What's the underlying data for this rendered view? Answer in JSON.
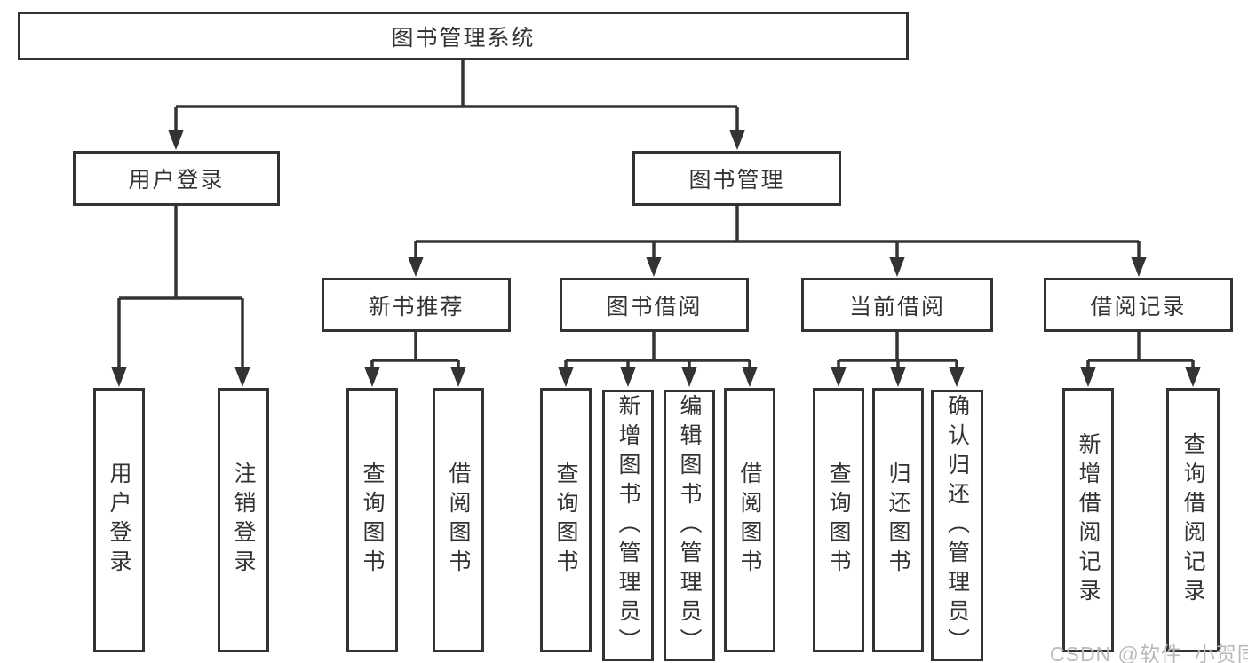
{
  "diagram": {
    "root": {
      "label": "图书管理系统",
      "children": [
        {
          "label": "用户登录",
          "children": [
            {
              "label": "用户登录"
            },
            {
              "label": "注销登录"
            }
          ]
        },
        {
          "label": "图书管理",
          "children": [
            {
              "label": "新书推荐",
              "children": [
                {
                  "label": "查询图书"
                },
                {
                  "label": "借阅图书"
                }
              ]
            },
            {
              "label": "图书借阅",
              "children": [
                {
                  "label": "查询图书"
                },
                {
                  "label": "新增图书（管理员）"
                },
                {
                  "label": "编辑图书（管理员）"
                },
                {
                  "label": "借阅图书"
                }
              ]
            },
            {
              "label": "当前借阅",
              "children": [
                {
                  "label": "查询图书"
                },
                {
                  "label": "归还图书"
                },
                {
                  "label": "确认归还（管理员）"
                }
              ]
            },
            {
              "label": "借阅记录",
              "children": [
                {
                  "label": "新增借阅记录"
                },
                {
                  "label": "查询借阅记录"
                }
              ]
            }
          ]
        }
      ]
    },
    "watermark": "CSDN @软件_小贺同学",
    "colors": {
      "line": "#333333",
      "text": "#333333",
      "box_background": "#ffffff",
      "watermark": "#b9b9b9",
      "background": "#ffffff"
    }
  }
}
